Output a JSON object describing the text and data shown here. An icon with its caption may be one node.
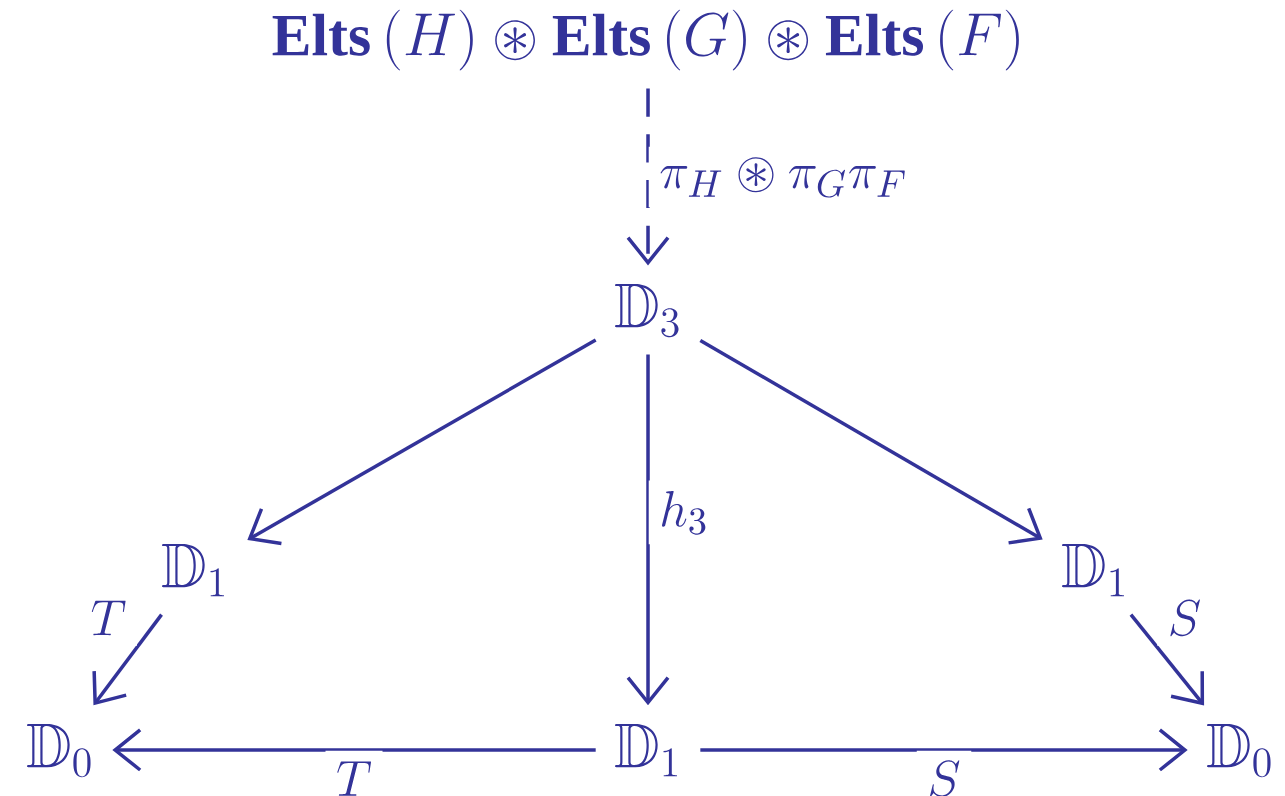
{
  "diagram": {
    "nodes": [
      {
        "text": [
          "\\mathbf{Elts}\\,(H)\\circledast\\mathbf{Elts}\\,(G)\\circledast\\mathbf{Elts}\\,(F)"
        ]
      },
      {
        "text": [
          "\\mathbb{D}_3"
        ]
      },
      {
        "text": [
          "\\mathbb{D}_1"
        ]
      },
      {
        "text": [
          "\\mathbb{D}_1"
        ]
      },
      {
        "text": [
          "\\mathbb{D}_0"
        ]
      },
      {
        "text": [
          "\\mathbb{D}_1"
        ]
      },
      {
        "text": [
          "\\mathbb{D}_0"
        ]
      }
    ],
    "edges": [
      {
        "from": 0,
        "to": 1,
        "arrow": "to",
        "style": "dashed",
        "label": "\\pi_H\\circledast\\pi_G\\pi_F"
      },
      {
        "from": 1,
        "to": 2,
        "arrow": "to"
      },
      {
        "from": 1,
        "to": 3,
        "arrow": "to"
      },
      {
        "from": 1,
        "to": 5,
        "arrow": "to",
        "label": "h_3"
      },
      {
        "from": 2,
        "to": 4,
        "arrow": "to",
        "label": "T"
      },
      {
        "from": 3,
        "to": 6,
        "arrow": "to",
        "label": "S"
      },
      {
        "from": 5,
        "to": 4,
        "arrow": "to",
        "label": "T"
      },
      {
        "from": 5,
        "to": 6,
        "arrow": "to",
        "label": "S"
      }
    ]
  }
}
